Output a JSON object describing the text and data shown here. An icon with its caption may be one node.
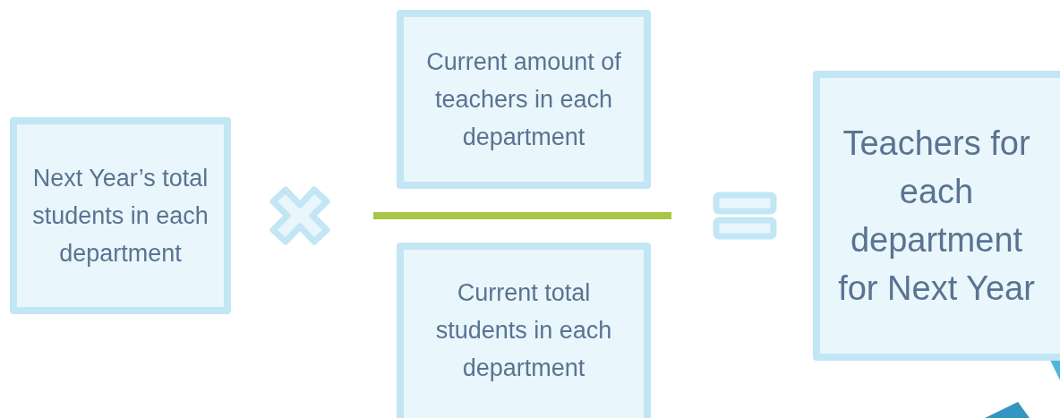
{
  "diagram": {
    "nodes": [
      {
        "text": [
          "Next Year’s total students in each department"
        ]
      },
      {
        "text": [
          "Current amount of teachers in each department"
        ]
      },
      {
        "text": [
          "Current total students in each department"
        ]
      },
      {
        "text": [
          "Teachers for each department for Next Year"
        ]
      }
    ]
  }
}
